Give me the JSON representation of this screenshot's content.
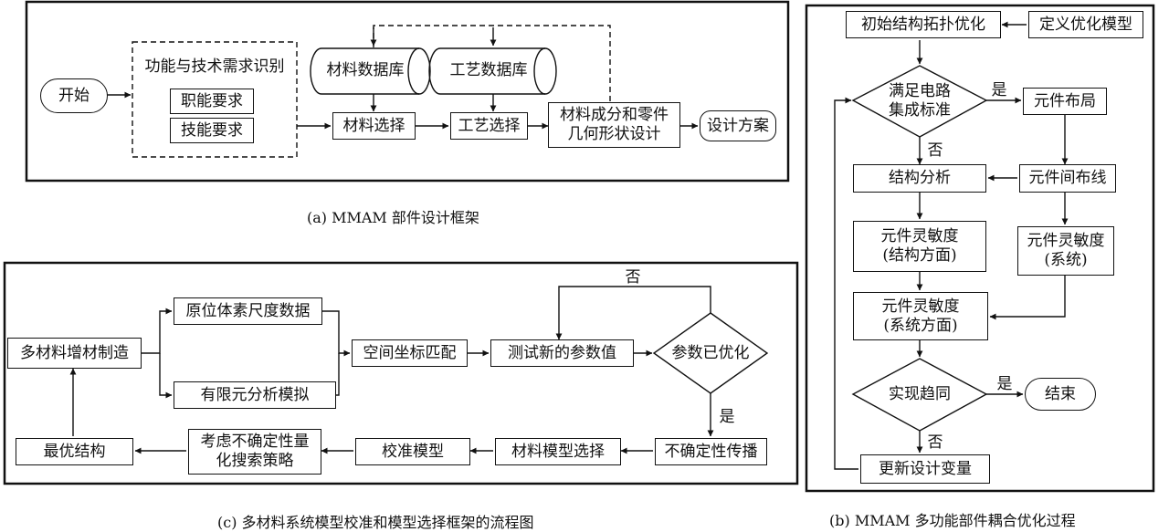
{
  "panel_a": {
    "caption": "(a) MMAM 部件设计框架",
    "start": "开始",
    "identify": "功能与技术需求识别",
    "req_function": "职能要求",
    "req_tech": "技能要求",
    "material_db": "材料数据库",
    "process_db": "工艺数据库",
    "material_select": "材料选择",
    "process_select": "工艺选择",
    "design_line1": "材料成分和零件",
    "design_line2": "几何形状设计",
    "design_plan": "设计方案"
  },
  "panel_b": {
    "caption": "(b) MMAM 多功能部件耦合优化过程",
    "init_topo": "初始结构拓扑优化",
    "define_model": "定义优化模型",
    "criteria_line1": "满足电路",
    "criteria_line2": "集成标准",
    "yes": "是",
    "no": "否",
    "layout": "元件布局",
    "struct_analysis": "结构分析",
    "wiring": "元件间布线",
    "sens_struct_line1": "元件灵敏度",
    "sens_struct_line2": "(结构方面)",
    "sens_sys_line1": "元件灵敏度",
    "sens_sys_line2": "(系统)",
    "sens_sysaspect_line1": "元件灵敏度",
    "sens_sysaspect_line2": "(系统方面)",
    "converge": "实现趋同",
    "end": "结束",
    "update": "更新设计变量"
  },
  "panel_c": {
    "caption": "(c) 多材料系统模型校准和模型选择框架的流程图",
    "am": "多材料增材制造",
    "voxel": "原位体素尺度数据",
    "fea": "有限元分析模拟",
    "spatial": "空间坐标匹配",
    "test_param": "测试新的参数值",
    "optimized": "参数已优化",
    "no": "否",
    "yes": "是",
    "uncertainty": "不确定性传播",
    "material_model": "材料模型选择",
    "calibration": "校准模型",
    "search_line1": "考虑不确定性量",
    "search_line2": "化搜索策略",
    "optimal": "最优结构"
  }
}
